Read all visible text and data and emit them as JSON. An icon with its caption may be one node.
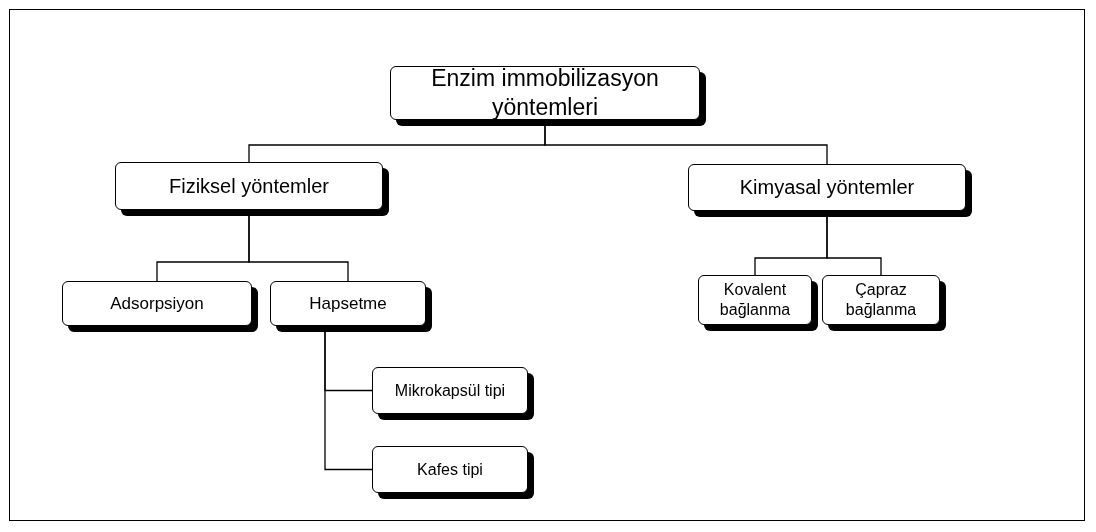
{
  "diagram": {
    "nodes": [
      {
        "text": [
          "Enzim immobilizasyon yöntemleri"
        ]
      },
      {
        "text": [
          "Fiziksel yöntemler"
        ]
      },
      {
        "text": [
          "Kimyasal yöntemler"
        ]
      },
      {
        "text": [
          "Adsorpsiyon"
        ]
      },
      {
        "text": [
          "Hapsetme"
        ]
      },
      {
        "text": [
          "Kovalent bağlanma"
        ]
      },
      {
        "text": [
          "Çapraz bağlanma"
        ]
      },
      {
        "text": [
          "Mikrokapsül tipi"
        ]
      },
      {
        "text": [
          "Kafes tipi"
        ]
      }
    ],
    "edges": [
      {
        "from": 0,
        "to": 1,
        "arrow": "none"
      },
      {
        "from": 0,
        "to": 2,
        "arrow": "none"
      },
      {
        "from": 1,
        "to": 3,
        "arrow": "none"
      },
      {
        "from": 1,
        "to": 4,
        "arrow": "none"
      },
      {
        "from": 2,
        "to": 5,
        "arrow": "none"
      },
      {
        "from": 2,
        "to": 6,
        "arrow": "none"
      },
      {
        "from": 4,
        "to": 7,
        "arrow": "none"
      },
      {
        "from": 4,
        "to": 8,
        "arrow": "none"
      }
    ]
  }
}
